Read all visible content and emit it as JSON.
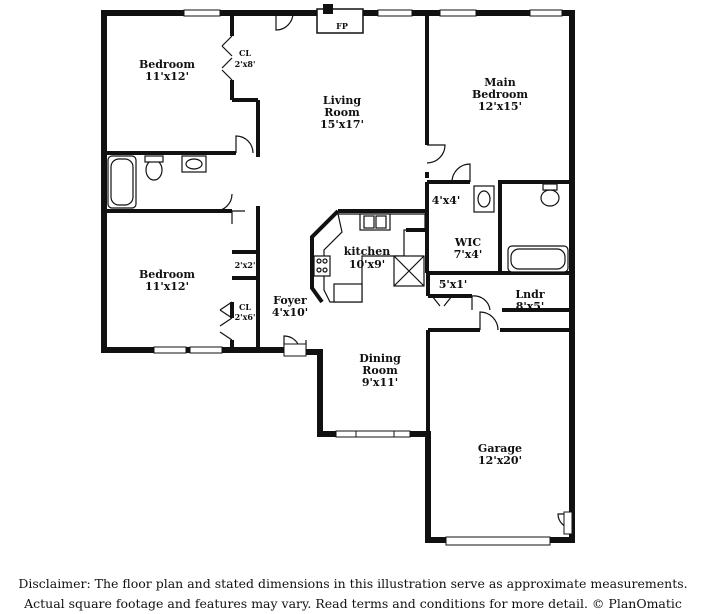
{
  "rooms": {
    "bedroom1": {
      "name": "Bedroom",
      "dim": "11'x12'"
    },
    "closet1": {
      "name": "CL",
      "dim": "2'x8'"
    },
    "living": {
      "name1": "Living",
      "name2": "Room",
      "dim": "15'x17'"
    },
    "fireplace": {
      "label": "FP"
    },
    "main_bedroom": {
      "name1": "Main",
      "name2": "Bedroom",
      "dim": "12'x15'"
    },
    "closet_4x4": {
      "dim": "4'x4'"
    },
    "wic": {
      "name": "WIC",
      "dim": "7'x4'"
    },
    "kitchen": {
      "name": "kitchen",
      "dim": "10'x9'"
    },
    "bedroom2": {
      "name": "Bedroom",
      "dim": "11'x12'"
    },
    "closet_2x2": {
      "dim": "2'x2'"
    },
    "closet2": {
      "name": "CL",
      "dim": "2'x6'"
    },
    "foyer": {
      "name": "Foyer",
      "dim": "4'x10'"
    },
    "closet_5x1": {
      "dim": "5'x1'"
    },
    "laundry": {
      "name": "Lndr",
      "dim": "8'x5'"
    },
    "dining": {
      "name1": "Dining",
      "name2": "Room",
      "dim": "9'x11'"
    },
    "garage": {
      "name": "Garage",
      "dim": "12'x20'"
    }
  },
  "disclaimer": {
    "line1": "Disclaimer: The floor plan and stated dimensions in this illustration serve as approximate measurements.",
    "line2": "Actual square footage and features may vary. Read terms and conditions for more detail. © PlanOmatic"
  }
}
